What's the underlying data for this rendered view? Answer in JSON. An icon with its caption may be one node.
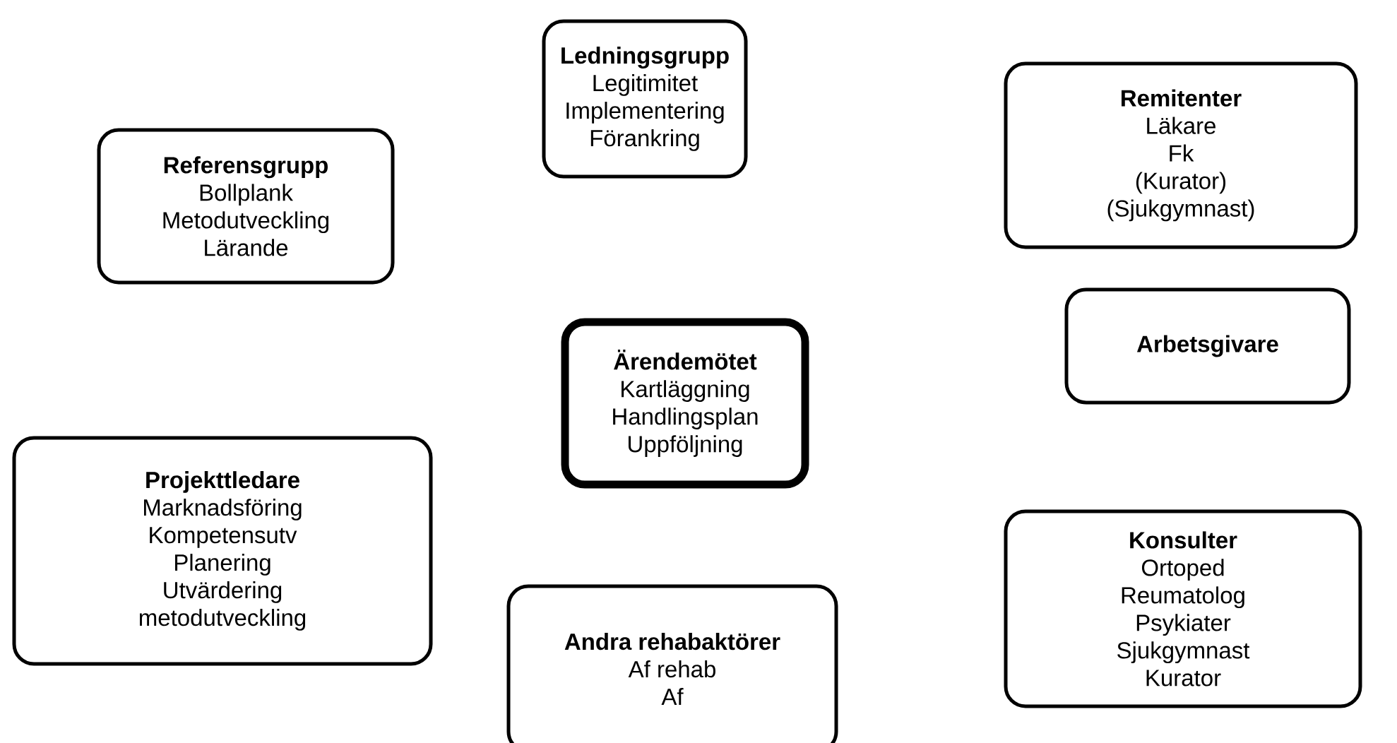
{
  "diagram": {
    "nodes": [
      {
        "text": [
          "Ledningsgrupp",
          "Legitimitet",
          "Implementering",
          "Förankring"
        ]
      },
      {
        "text": [
          "Referensgrupp",
          "Bollplank",
          "Metodutveckling",
          "Lärande"
        ]
      },
      {
        "text": [
          "Remitenter",
          "Läkare",
          "Fk",
          "(Kurator)",
          "(Sjukgymnast)"
        ]
      },
      {
        "text": [
          "Ärendemötet",
          "Kartläggning",
          "Handlingsplan",
          "Uppföljning"
        ]
      },
      {
        "text": [
          "Arbetsgivare"
        ]
      },
      {
        "text": [
          "Projekttledare",
          "Marknadsföring",
          "Kompetensutv",
          "Planering",
          "Utvärdering",
          "metodutveckling"
        ]
      },
      {
        "text": [
          "Konsulter",
          "Ortoped",
          "Reumatolog",
          "Psykiater",
          "Sjukgymnast",
          "Kurator"
        ]
      },
      {
        "text": [
          "Andra rehabaktörer",
          "Af rehab",
          "Af"
        ]
      }
    ],
    "edges": []
  }
}
